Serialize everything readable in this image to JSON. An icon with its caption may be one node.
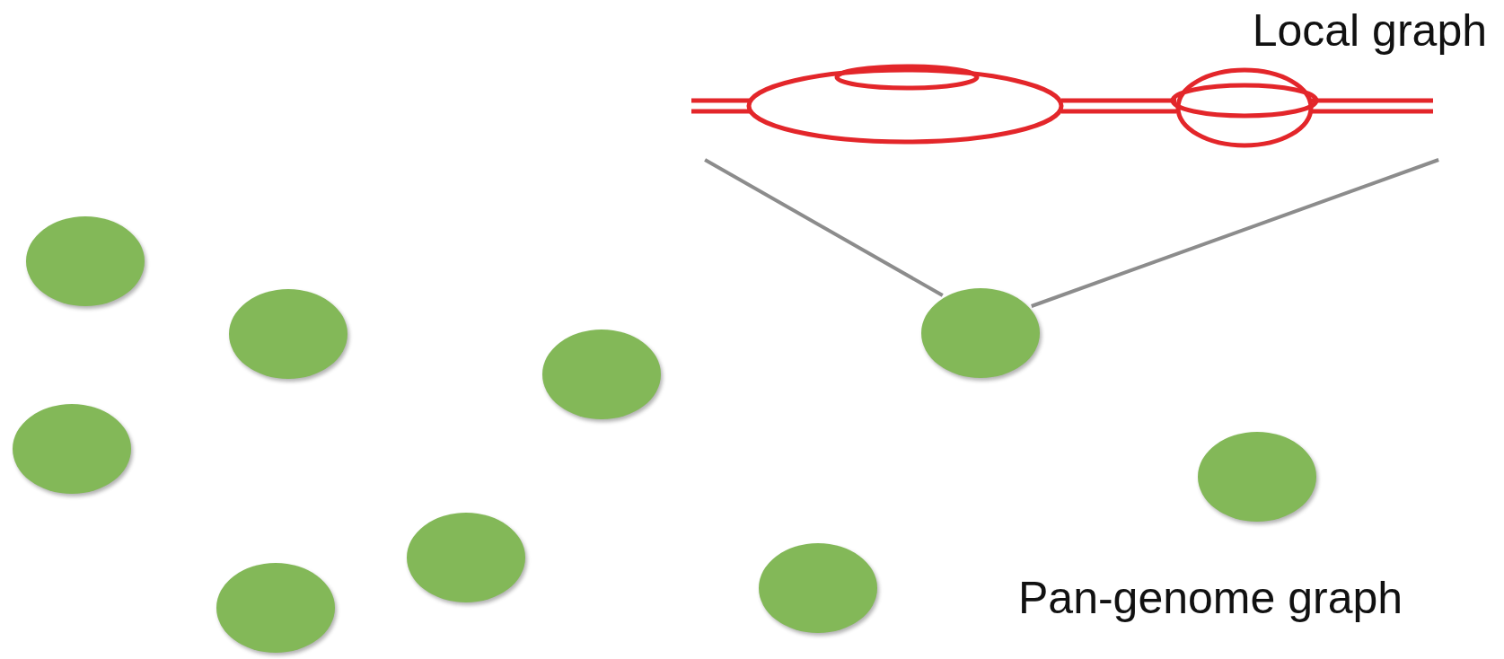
{
  "diagram": {
    "nodes": [
      {
        "text": [
          "Local graph"
        ]
      },
      {
        "text": [],
        "shape": "ellipse"
      },
      {
        "text": [],
        "shape": "ellipse"
      },
      {
        "text": [],
        "shape": "ellipse"
      },
      {
        "text": [],
        "shape": "ellipse"
      },
      {
        "text": [],
        "shape": "ellipse"
      },
      {
        "text": [],
        "shape": "ellipse"
      },
      {
        "text": [],
        "shape": "ellipse"
      },
      {
        "text": [],
        "shape": "ellipse"
      },
      {
        "text": [],
        "shape": "ellipse"
      }
    ],
    "edges": [
      {
        "from": 2,
        "to": 0,
        "arrow": "none"
      },
      {
        "from": 2,
        "to": 0,
        "arrow": "none"
      }
    ],
    "labels": [
      "Pan-genome graph"
    ]
  }
}
